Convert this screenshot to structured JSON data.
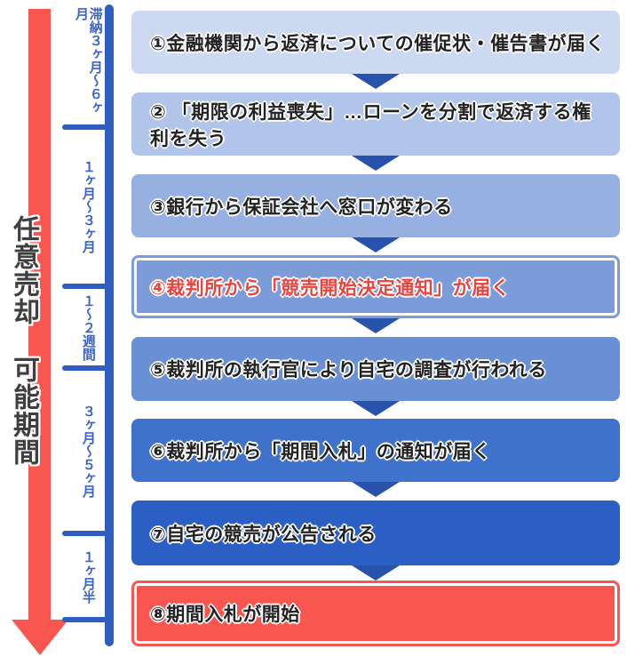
{
  "diagram": {
    "left_period": {
      "title": "任意売却 可能期間",
      "arrow_color": "#f9564f",
      "text_color": "#3f3f3f"
    },
    "timeline": {
      "durations": [
        "滞納３ヶ月～６ヶ月",
        "１ヶ月～３ヶ月",
        "１～２週間",
        "３ヶ月～５ヶ月",
        "１ヶ月半"
      ],
      "axis_color": "#2e5fc0",
      "label_color": "#3b63c9"
    },
    "steps": [
      {
        "label": "①金融機関から返済についての催促状・催告書が届く",
        "fill": "#cdd9f0",
        "text_color": "#222222",
        "highlighted": false
      },
      {
        "label": "② 「期限の利益喪失」…ローンを分割で返済する権利を失う",
        "fill": "#b1c4ea",
        "text_color": "#222222",
        "highlighted": false
      },
      {
        "label": "③銀行から保証会社へ窓口が変わる",
        "fill": "#96b0e1",
        "text_color": "#222222",
        "highlighted": false
      },
      {
        "label": "④裁判所から「競売開始決定通知」が届く",
        "fill": "#7b9cd9",
        "text_color": "#e8453f",
        "highlighted": true
      },
      {
        "label": "⑤裁判所の執行官により自宅の調査が行われる",
        "fill": "#6990d5",
        "text_color": "#222222",
        "highlighted": false
      },
      {
        "label": "⑥裁判所から「期間入札」の通知が届く",
        "fill": "#3e72cb",
        "text_color": "#222222",
        "highlighted": false
      },
      {
        "label": "⑦自宅の競売が公告される",
        "fill": "#2b5fc4",
        "text_color": "#222222",
        "highlighted": false
      },
      {
        "label": "⑧期間入札が開始",
        "fill": "#f9564f",
        "text_color": "#222222",
        "highlighted": true
      }
    ],
    "connector_arrow_color": "#2853ac"
  }
}
